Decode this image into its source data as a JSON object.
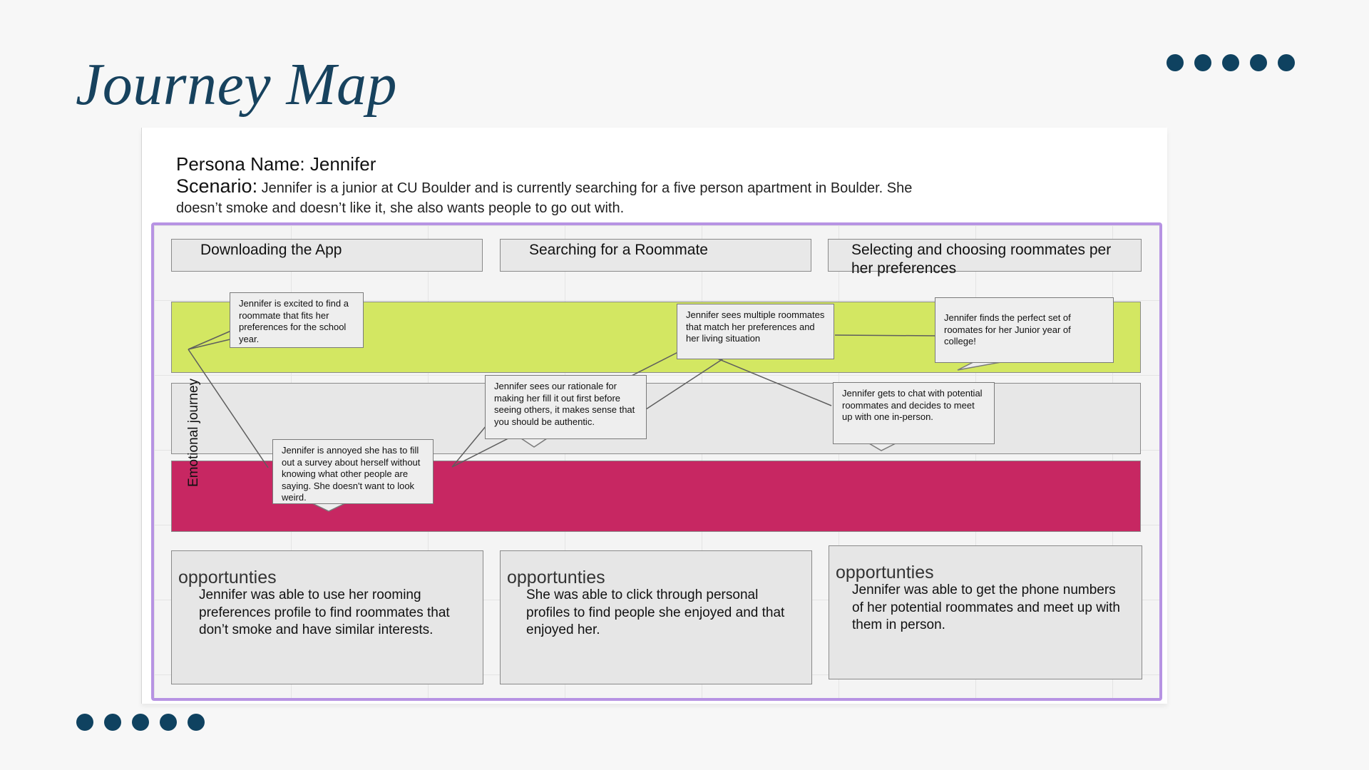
{
  "page": {
    "title": "Journey Map"
  },
  "persona": {
    "name_line": "Persona Name: Jennifer",
    "scenario_label": "Scenario:",
    "scenario_text": "Jennifer is a junior at CU Boulder and is currently searching for a five person apartment in Boulder. She doesn’t smoke and doesn’t like it, she also wants people to go out with."
  },
  "stages": [
    "Downloading the App",
    "Searching for a Roommate",
    "Selecting and choosing roommates per her preferences"
  ],
  "y_axis_label": "Emotional journey",
  "notes": [
    "Jennifer is excited to find a roommate that fits her preferences for the school year.",
    "Jennifer is annoyed she has to fill out a survey about herself without knowing what other people are saying. She doesn't want to look weird.",
    "Jennifer sees our rationale for making her fill it out first before seeing others, it makes sense that you should be authentic.",
    "Jennifer sees multiple roommates that match her preferences and her living situation",
    "Jennifer gets to chat with potential roommates and decides to meet up with one in-person.",
    "Jennifer finds the perfect set of roomates for her Junior year of college!"
  ],
  "opportunities": [
    {
      "heading": "opportunties",
      "text": "Jennifer was able to use her rooming preferences profile to find roommates that don’t smoke and have similar interests."
    },
    {
      "heading": "opportunties",
      "text": "She was able to click through personal profiles to find people she enjoyed and that enjoyed her."
    },
    {
      "heading": "opportunties",
      "text": "Jennifer was able to get the phone numbers of her potential roommates and meet up with them in person."
    }
  ],
  "colors": {
    "accent": "#0f4260",
    "frame": "#b793e3",
    "happy_band": "#d3e762",
    "neutral_band": "#e7e7e7",
    "sad_band": "#c72762"
  }
}
